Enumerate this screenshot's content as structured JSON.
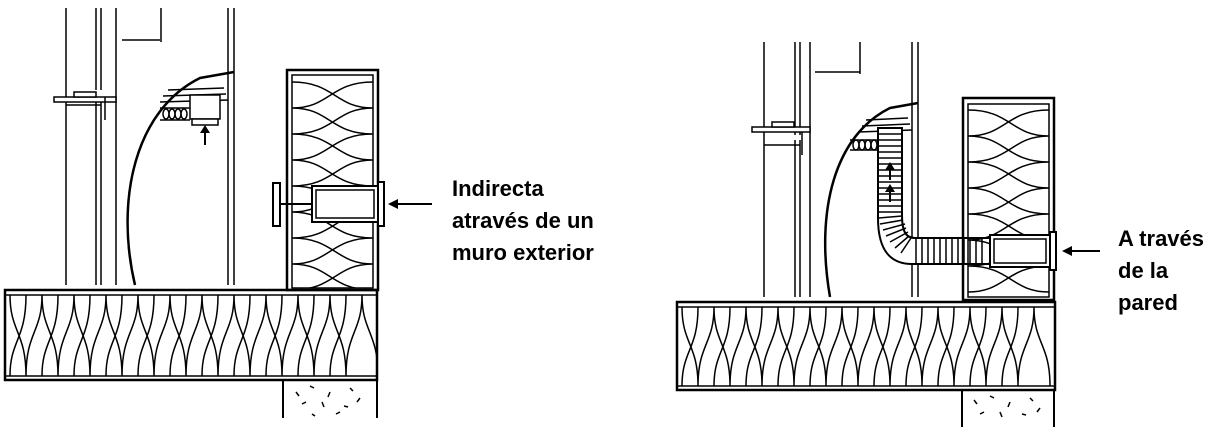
{
  "diagrams": [
    {
      "id": "left",
      "label_lines": [
        "Indirecta",
        "através de un",
        "muro exterior"
      ]
    },
    {
      "id": "right",
      "label_lines": [
        "A través",
        "de la",
        "pared"
      ]
    }
  ]
}
